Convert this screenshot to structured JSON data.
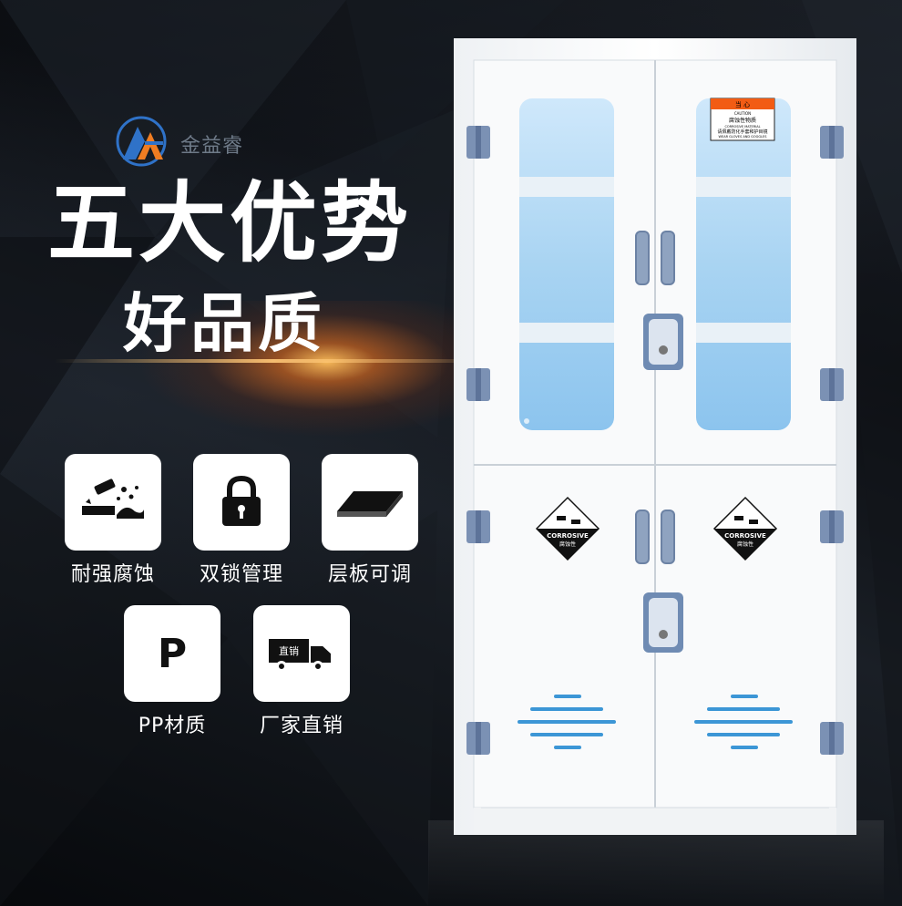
{
  "brand": {
    "name": "金益睿"
  },
  "headline": "五大优势",
  "subline": "好品质",
  "features": [
    {
      "label": "耐强腐蚀",
      "icon": "corrosion-icon"
    },
    {
      "label": "双锁管理",
      "icon": "padlock-icon"
    },
    {
      "label": "层板可调",
      "icon": "shelf-icon"
    },
    {
      "label": "PP材质",
      "icon": "letter-p-icon",
      "icon_text": "P"
    },
    {
      "label": "厂家直销",
      "icon": "delivery-truck-icon",
      "icon_text": "直销"
    }
  ],
  "cabinet": {
    "caution_sign": {
      "title": "当 心",
      "caution": "CAUTION",
      "line1": "腐蚀性物质",
      "line2": "CORROSIVE MATERIAL",
      "line3": "请佩戴防化手套和护目镜",
      "line4": "WEAR GLOVES AND GOGGLES"
    },
    "hazard_labels": [
      {
        "text_en": "CORROSIVE",
        "text_cn": "腐蚀性"
      },
      {
        "text_en": "CORROSIVE",
        "text_cn": "腐蚀性"
      }
    ]
  },
  "colors": {
    "background": "#0e1116",
    "glass": "#a9d4f2",
    "hinge": "#7b91b4",
    "vent": "#3c96d6",
    "caution": "#f25c14",
    "glow": "#ff9a3a",
    "logo_blue": "#2f72c8",
    "logo_orange": "#f07d22"
  }
}
